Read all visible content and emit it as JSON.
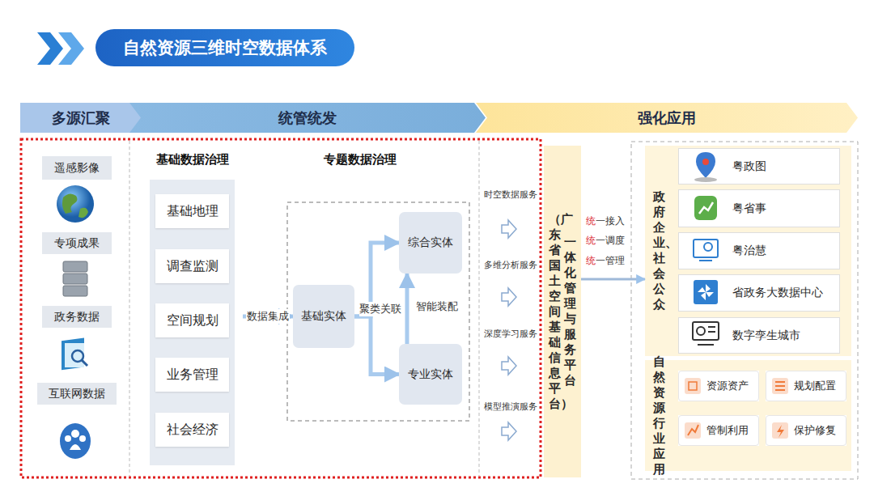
{
  "diagram": {
    "title": "自然资源三维时空数据体系",
    "nodes": [
      {
        "text": [
          "多源汇聚"
        ]
      },
      {
        "text": [
          "统管统发"
        ]
      },
      {
        "text": [
          "强化应用"
        ]
      },
      {
        "text": [
          "遥感影像"
        ]
      },
      {
        "text": [
          "专项成果"
        ]
      },
      {
        "text": [
          "政务数据"
        ]
      },
      {
        "text": [
          "互联网数据"
        ]
      },
      {
        "text": [
          "基础数据治理"
        ]
      },
      {
        "text": [
          "基础地理"
        ],
        "in": 7
      },
      {
        "text": [
          "调查监测"
        ],
        "in": 7
      },
      {
        "text": [
          "空间规划"
        ],
        "in": 7
      },
      {
        "text": [
          "业务管理"
        ],
        "in": 7
      },
      {
        "text": [
          "社会经济"
        ],
        "in": 7
      },
      {
        "text": [
          "专题数据治理"
        ]
      },
      {
        "text": [
          "基础实体"
        ],
        "in": 13
      },
      {
        "text": [
          "综合实体"
        ],
        "in": 13
      },
      {
        "text": [
          "专业实体"
        ],
        "in": 13
      },
      {
        "text": [
          "一体化管理与服务平台",
          "（广东省国土空间基础信息平台）"
        ]
      },
      {
        "text": [
          "政府企业、社会公众"
        ]
      },
      {
        "text": [
          "粤政图"
        ],
        "in": 18
      },
      {
        "text": [
          "粤省事"
        ],
        "in": 18
      },
      {
        "text": [
          "粤治慧"
        ],
        "in": 18
      },
      {
        "text": [
          "省政务大数据中心"
        ],
        "in": 18
      },
      {
        "text": [
          "数字孪生城市"
        ],
        "in": 18
      },
      {
        "text": [
          "自然资源行业应用"
        ]
      },
      {
        "text": [
          "资源资产"
        ],
        "in": 24
      },
      {
        "text": [
          "规划配置"
        ],
        "in": 24
      },
      {
        "text": [
          "管制利用"
        ],
        "in": 24
      },
      {
        "text": [
          "保护修复"
        ],
        "in": 24
      }
    ],
    "edges": [
      {
        "from": 7,
        "to": 14,
        "arrow": "to",
        "label": "数据集成"
      },
      {
        "from": 14,
        "to": 15,
        "arrow": "to"
      },
      {
        "from": 14,
        "to": 16,
        "arrow": "to"
      },
      {
        "from": 16,
        "to": 15,
        "arrow": "to",
        "label": "智能装配"
      },
      {
        "from": 17,
        "to": 18,
        "arrow": "to"
      }
    ],
    "labels": [
      "聚类关联",
      "时空数据服务",
      "多维分析服务",
      "深度学习服务",
      "模型推演服务",
      "统一接入",
      "统一调度",
      "统一管理"
    ]
  }
}
